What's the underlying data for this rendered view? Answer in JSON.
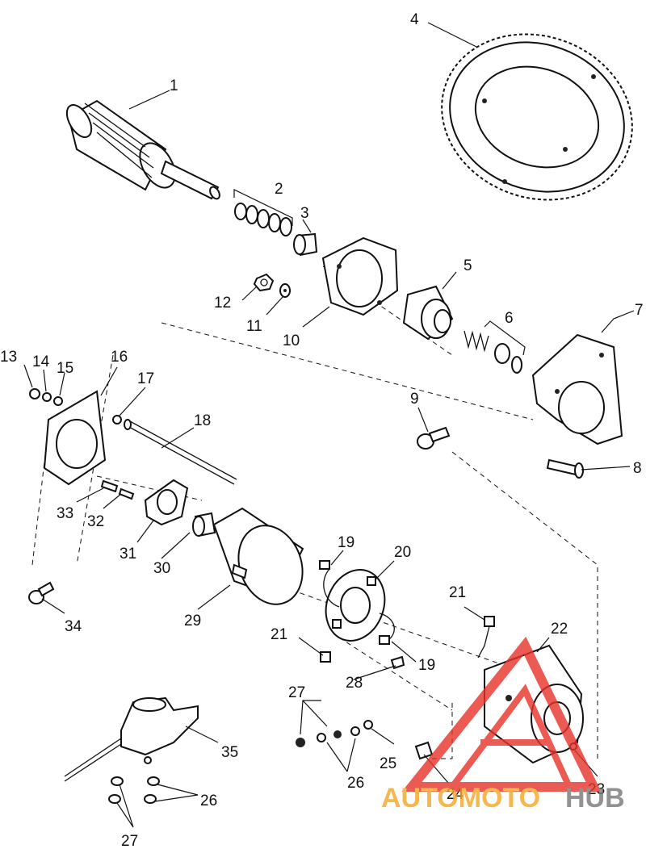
{
  "diagram": {
    "callouts": [
      "1",
      "2",
      "3",
      "4",
      "5",
      "6",
      "7",
      "8",
      "9",
      "10",
      "11",
      "12",
      "13",
      "14",
      "15",
      "16",
      "17",
      "18",
      "19",
      "20",
      "21",
      "22",
      "23",
      "24",
      "25",
      "26",
      "27",
      "28",
      "29",
      "30",
      "31",
      "32",
      "33",
      "34",
      "35",
      "19",
      "21",
      "26",
      "27"
    ],
    "watermark": {
      "part1": "AUTOMOTO",
      "part2": "HUB",
      "color_primary": "#e8322a",
      "color_secondary": "#f5a623",
      "color_tertiary": "#777777"
    }
  }
}
